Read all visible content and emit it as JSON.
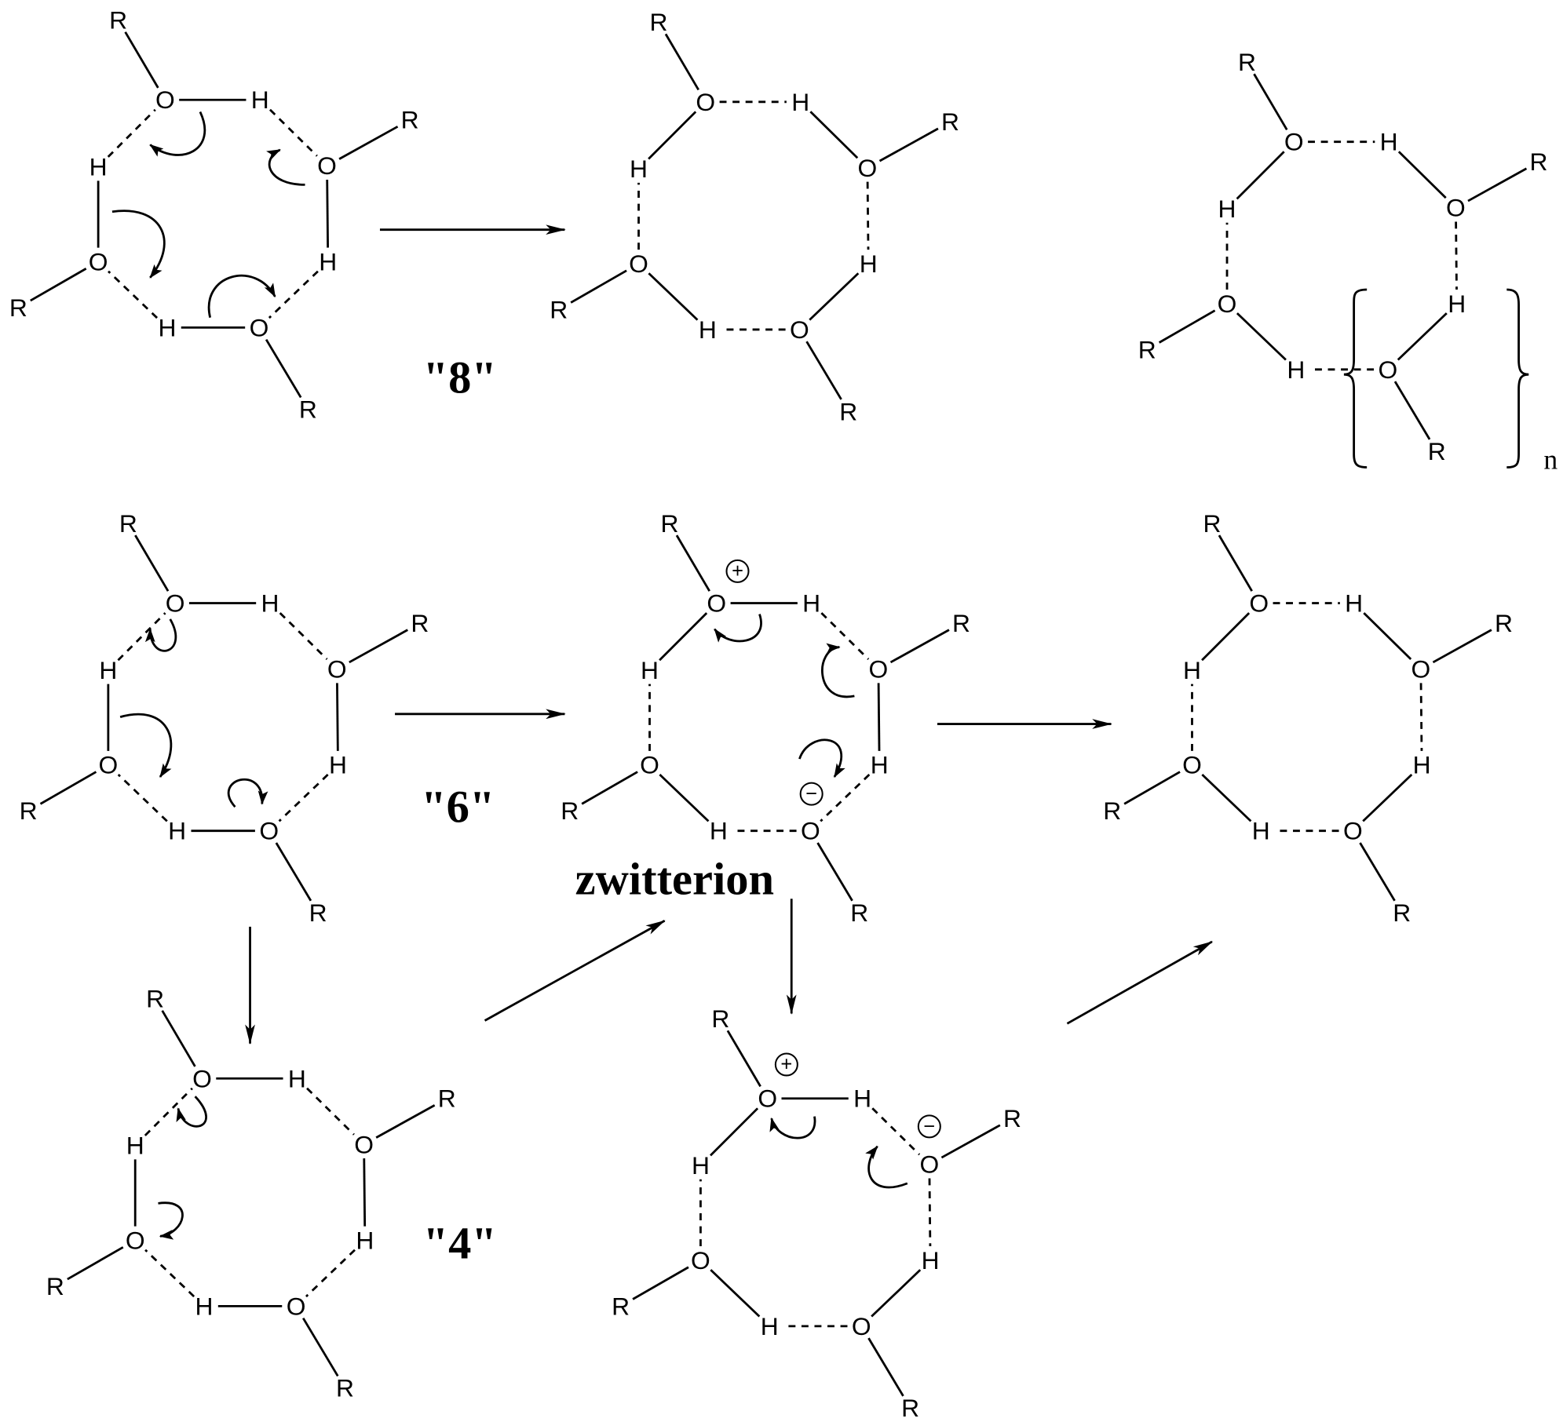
{
  "atom_labels": {
    "oxygen": "O",
    "hydrogen": "H",
    "substituent": "R"
  },
  "charges": {
    "positive": "+",
    "negative": "−"
  },
  "labels": {
    "ring8": "\"8\"",
    "ring6": "\"6\"",
    "ring4": "\"4\"",
    "zwitterion": "zwitterion",
    "repeat": "n"
  }
}
